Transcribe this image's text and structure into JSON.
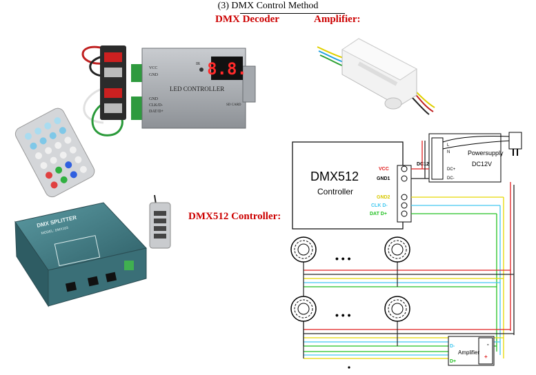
{
  "header": {
    "title": "(3) DMX Control Method"
  },
  "labels": {
    "decoder": "DMX Decoder",
    "amplifier": "Amplifier:",
    "controller": "DMX512 Controller:"
  },
  "decoder_device": {
    "terminal_vcc": "VCC",
    "terminal_gnd": "GND",
    "terminal_ir": "IR",
    "display": "8.8.",
    "name": "LED CONTROLLER",
    "terminal_gnd2": "GND",
    "terminal_clk": "CLK/D-",
    "terminal_dat": "DAT/D+",
    "sd": "SD CARD"
  },
  "splitter_device": {
    "name": "DMX SPLITTER",
    "model": "MODEL: DMX103"
  },
  "wiring": {
    "controller_title": "DMX512",
    "controller_subtitle": "Controller",
    "vcc": "VCC",
    "gnd1": "GND1",
    "gnd2": "GND2",
    "clk": "CLK D-",
    "dat": "DAT D+",
    "dc12v": "DC12V",
    "psu_l": "L",
    "psu_n": "N",
    "psu_title": "Powersupply",
    "psu_sub": "DC12V",
    "psu_plus": "DC+",
    "psu_minus": "DC-",
    "dots": "• • •",
    "amp_title": "Amplifier",
    "amp_d_minus": "D-",
    "amp_d_plus": "D+",
    "amp_plus": "+",
    "amp_minus": "-"
  },
  "colors": {
    "label_red": "#cc0000",
    "wire_red": "#e02020",
    "wire_black": "#222222",
    "wire_yellow": "#e8d800",
    "wire_cyan": "#40c8f0",
    "wire_green": "#20c020",
    "device_grey": "#9ea3a8",
    "splitter_teal": "#3f7a82"
  },
  "icons": [
    "remote-control-icon",
    "rf-remote-icon",
    "led-light-icon",
    "power-plug-icon"
  ]
}
